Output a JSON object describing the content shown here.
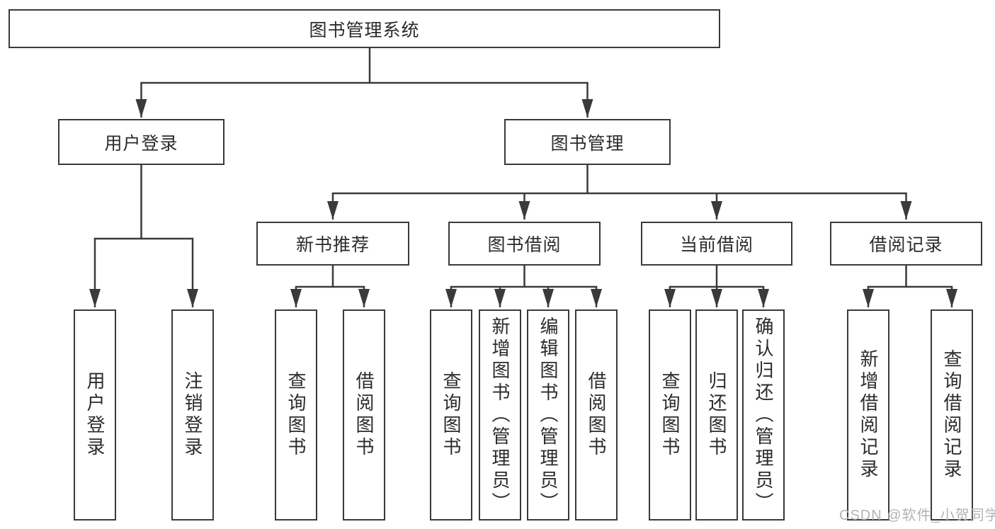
{
  "tree": {
    "root": {
      "label": "图书管理系统",
      "children": [
        {
          "label": "用户登录",
          "children": [
            {
              "label": "用户登录"
            },
            {
              "label": "注销登录"
            }
          ]
        },
        {
          "label": "图书管理",
          "children": [
            {
              "label": "新书推荐",
              "children": [
                {
                  "label": "查询图书"
                },
                {
                  "label": "借阅图书"
                }
              ]
            },
            {
              "label": "图书借阅",
              "children": [
                {
                  "label": "查询图书"
                },
                {
                  "label": "新增图书（管理员）"
                },
                {
                  "label": "编辑图书（管理员）"
                },
                {
                  "label": "借阅图书"
                }
              ]
            },
            {
              "label": "当前借阅",
              "children": [
                {
                  "label": "查询图书"
                },
                {
                  "label": "归还图书"
                },
                {
                  "label": "确认归还（管理员）"
                }
              ]
            },
            {
              "label": "借阅记录",
              "children": [
                {
                  "label": "新增借阅记录"
                },
                {
                  "label": "查询借阅记录"
                }
              ]
            }
          ]
        }
      ]
    }
  },
  "watermark": {
    "text": "CSDN @软件_小贺同学"
  },
  "colors": {
    "line": "#3a3a3a",
    "text": "#2b2b2b",
    "background": "#ffffff",
    "watermark": "#b3b3b3"
  }
}
